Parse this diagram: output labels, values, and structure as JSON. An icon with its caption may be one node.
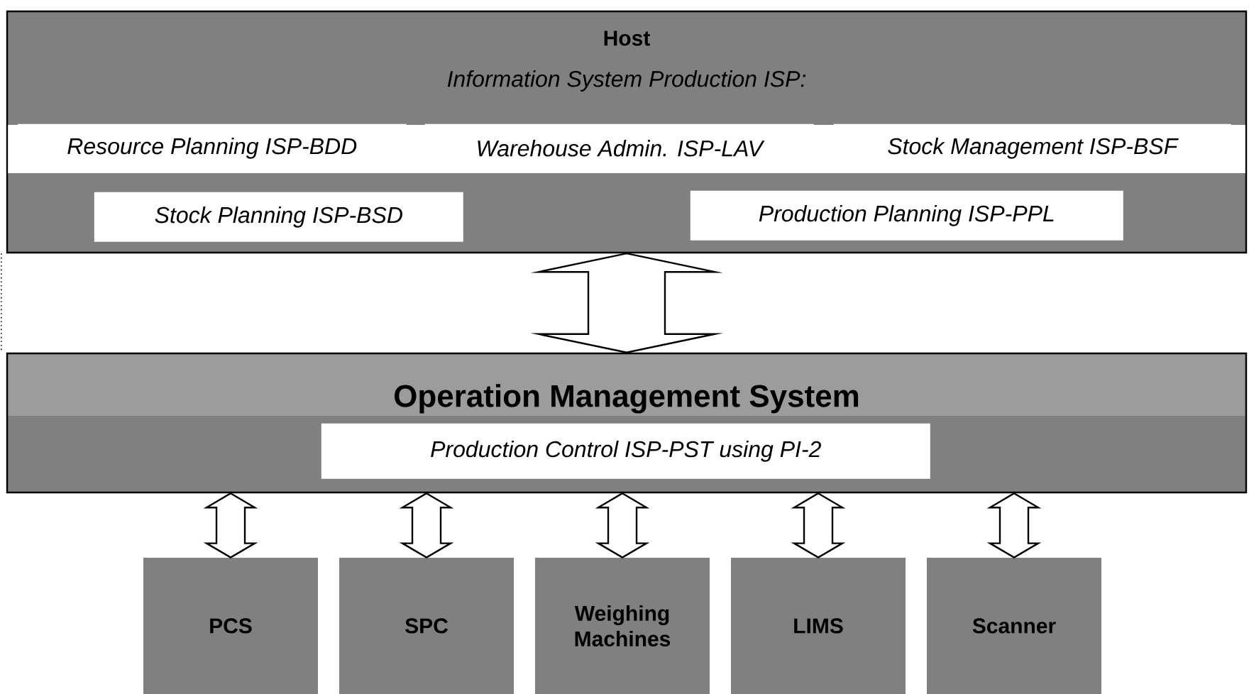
{
  "diagram": {
    "nodes": [
      {
        "text": [
          "Host",
          "Information System Production ISP:"
        ]
      },
      {
        "text": [
          "Resource Planning ISP-BDD"
        ],
        "in": 0
      },
      {
        "text": [
          "Warehouse Admin. ISP-LAV"
        ],
        "in": 0
      },
      {
        "text": [
          "Stock Management ISP-BSF"
        ],
        "in": 0
      },
      {
        "text": [
          "Stock Planning ISP-BSD"
        ],
        "in": 0
      },
      {
        "text": [
          "Production Planning ISP-PPL"
        ],
        "in": 0
      },
      {
        "text": [
          "Operation Management System"
        ]
      },
      {
        "text": [
          "Production Control ISP-PST using PI-2"
        ],
        "in": 6
      },
      {
        "text": [
          "PCS"
        ]
      },
      {
        "text": [
          "SPC"
        ]
      },
      {
        "text": [
          "Weighing Machines"
        ]
      },
      {
        "text": [
          "LIMS"
        ]
      },
      {
        "text": [
          "Scanner"
        ]
      }
    ],
    "edges": [
      {
        "from": 0,
        "to": 6,
        "arrow": "both"
      },
      {
        "from": 6,
        "to": 8,
        "arrow": "both"
      },
      {
        "from": 6,
        "to": 9,
        "arrow": "both"
      },
      {
        "from": 6,
        "to": 10,
        "arrow": "both"
      },
      {
        "from": 6,
        "to": 11,
        "arrow": "both"
      },
      {
        "from": 6,
        "to": 12,
        "arrow": "both"
      },
      {
        "from": 0,
        "to": 6,
        "arrow": "none",
        "style": "dashed"
      }
    ]
  }
}
